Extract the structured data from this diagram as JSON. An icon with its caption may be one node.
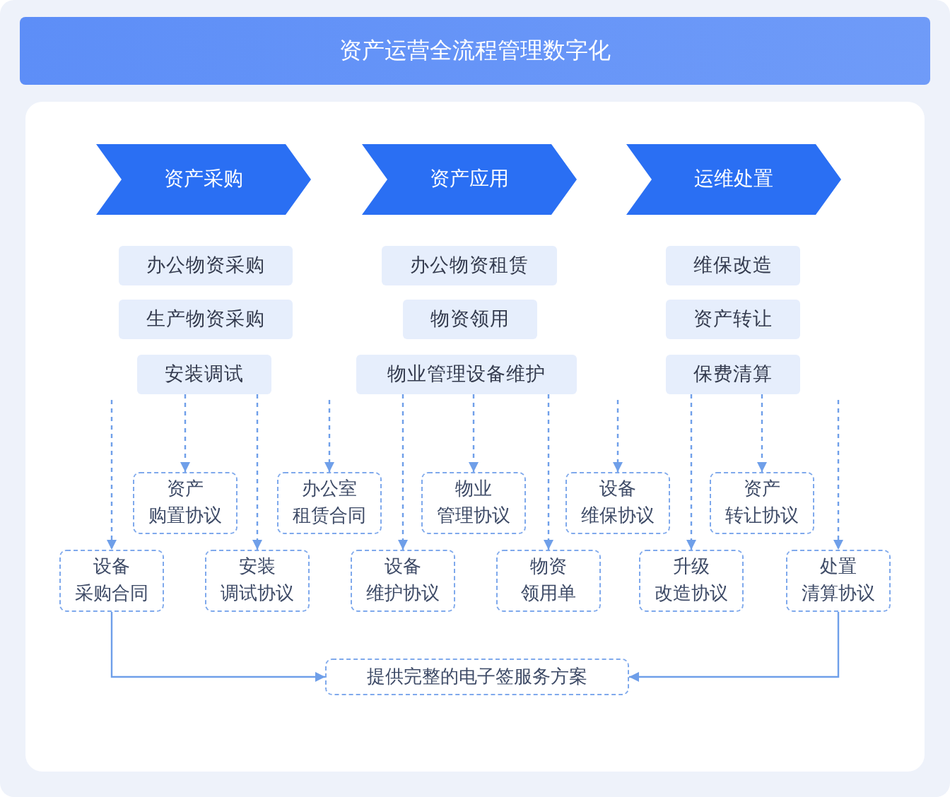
{
  "diagram": {
    "nodes": [
      {
        "text": [
          "资产运营全流程管理数字化"
        ]
      },
      {
        "text": [
          "资产采购"
        ]
      },
      {
        "text": [
          "资产应用"
        ]
      },
      {
        "text": [
          "运维处置"
        ]
      },
      {
        "text": [
          "办公物资采购"
        ]
      },
      {
        "text": [
          "生产物资采购"
        ]
      },
      {
        "text": [
          "安装调试"
        ]
      },
      {
        "text": [
          "办公物资租赁"
        ]
      },
      {
        "text": [
          "物资领用"
        ]
      },
      {
        "text": [
          "物业管理设备维护"
        ]
      },
      {
        "text": [
          "维保改造"
        ]
      },
      {
        "text": [
          "资产转让"
        ]
      },
      {
        "text": [
          "保费清算"
        ]
      },
      {
        "text": [
          "资产购置协议"
        ]
      },
      {
        "text": [
          "办公室租赁合同"
        ]
      },
      {
        "text": [
          "物业管理协议"
        ]
      },
      {
        "text": [
          "设备维保协议"
        ]
      },
      {
        "text": [
          "资产转让协议"
        ]
      },
      {
        "text": [
          "设备采购合同"
        ]
      },
      {
        "text": [
          "安装调试协议"
        ]
      },
      {
        "text": [
          "设备维护协议"
        ]
      },
      {
        "text": [
          "物资领用单"
        ]
      },
      {
        "text": [
          "升级改造协议"
        ]
      },
      {
        "text": [
          "处置清算协议"
        ]
      },
      {
        "text": [
          "提供完整的电子签服务方案"
        ]
      }
    ],
    "edges": [
      {
        "from": null,
        "to": 18,
        "arrow": "to",
        "style": "dashed"
      },
      {
        "from": 6,
        "to": 13,
        "arrow": "to",
        "style": "dashed"
      },
      {
        "from": 6,
        "to": 19,
        "arrow": "to",
        "style": "dashed"
      },
      {
        "from": null,
        "to": 14,
        "arrow": "to",
        "style": "dashed"
      },
      {
        "from": 9,
        "to": 20,
        "arrow": "to",
        "style": "dashed"
      },
      {
        "from": 9,
        "to": 15,
        "arrow": "to",
        "style": "dashed"
      },
      {
        "from": 9,
        "to": 21,
        "arrow": "to",
        "style": "dashed"
      },
      {
        "from": null,
        "to": 16,
        "arrow": "to",
        "style": "dashed"
      },
      {
        "from": 12,
        "to": 22,
        "arrow": "to",
        "style": "dashed"
      },
      {
        "from": 12,
        "to": 17,
        "arrow": "to",
        "style": "dashed"
      },
      {
        "from": null,
        "to": 23,
        "arrow": "to",
        "style": "dashed"
      },
      {
        "from": 18,
        "to": 24,
        "arrow": "to"
      },
      {
        "from": 23,
        "to": 24,
        "arrow": "to"
      }
    ]
  }
}
